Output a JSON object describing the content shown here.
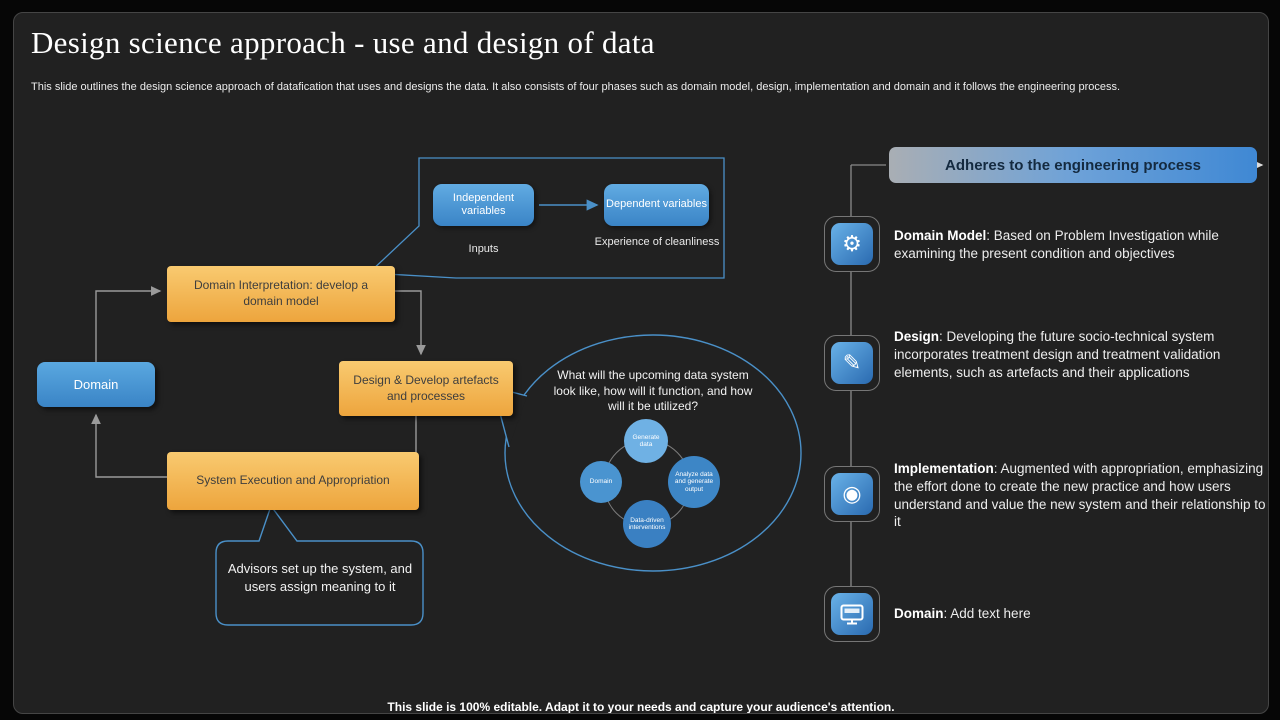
{
  "slide": {
    "title": "Design science approach - use and design of data",
    "subtitle": "This slide outlines the design science approach of datafication that uses and designs the data. It also consists of four phases such as domain model, design, implementation and domain and it follows the engineering process.",
    "footer": "This slide is 100% editable. Adapt it to your needs and capture your audience's attention."
  },
  "flow": {
    "variables_callout": {
      "independent_label": "Independent variables",
      "dependent_label": "Dependent variables",
      "inputs_caption": "Inputs",
      "dependent_caption": "Experience of cleanliness"
    },
    "domain_box": "Domain",
    "domain_interpretation_box": "Domain Interpretation: develop a domain model",
    "design_develop_box": "Design & Develop artefacts and processes",
    "system_execution_box": "System Execution and Appropriation",
    "question_bubble": "What will the upcoming data system look like, how will it function, and how will it be utilized?",
    "cycle": [
      "Generate data",
      "Domain",
      "Analyze data and generate output",
      "Data-driven interventions"
    ],
    "advisors_callout": "Advisors set up the system, and users assign meaning to it"
  },
  "engineering_panel": {
    "banner": "Adheres to the engineering process",
    "items": [
      {
        "icon": "gear-icon",
        "glyph": "⚙",
        "lead": "Domain Model",
        "text": ": Based on Problem Investigation while examining the present condition and objectives"
      },
      {
        "icon": "design-pencil-icon",
        "glyph": "✎",
        "lead": "Design",
        "text": ": Developing the future socio-technical system incorporates treatment design and treatment validation elements, such as artefacts and their applications"
      },
      {
        "icon": "implementation-disc-icon",
        "glyph": "◉",
        "lead": "Implementation",
        "text": ": Augmented with appropriation, emphasizing the effort done to create the new practice and how users understand and value the new system and their relationship to it"
      },
      {
        "icon": "monitor-icon",
        "lead": "Domain",
        "text": ": Add text here"
      }
    ]
  },
  "colors": {
    "accent_blue": "#4A90C8",
    "accent_orange": "#F2B152",
    "slide_background": "#212121",
    "connector_gray": "#9A9A9A"
  }
}
